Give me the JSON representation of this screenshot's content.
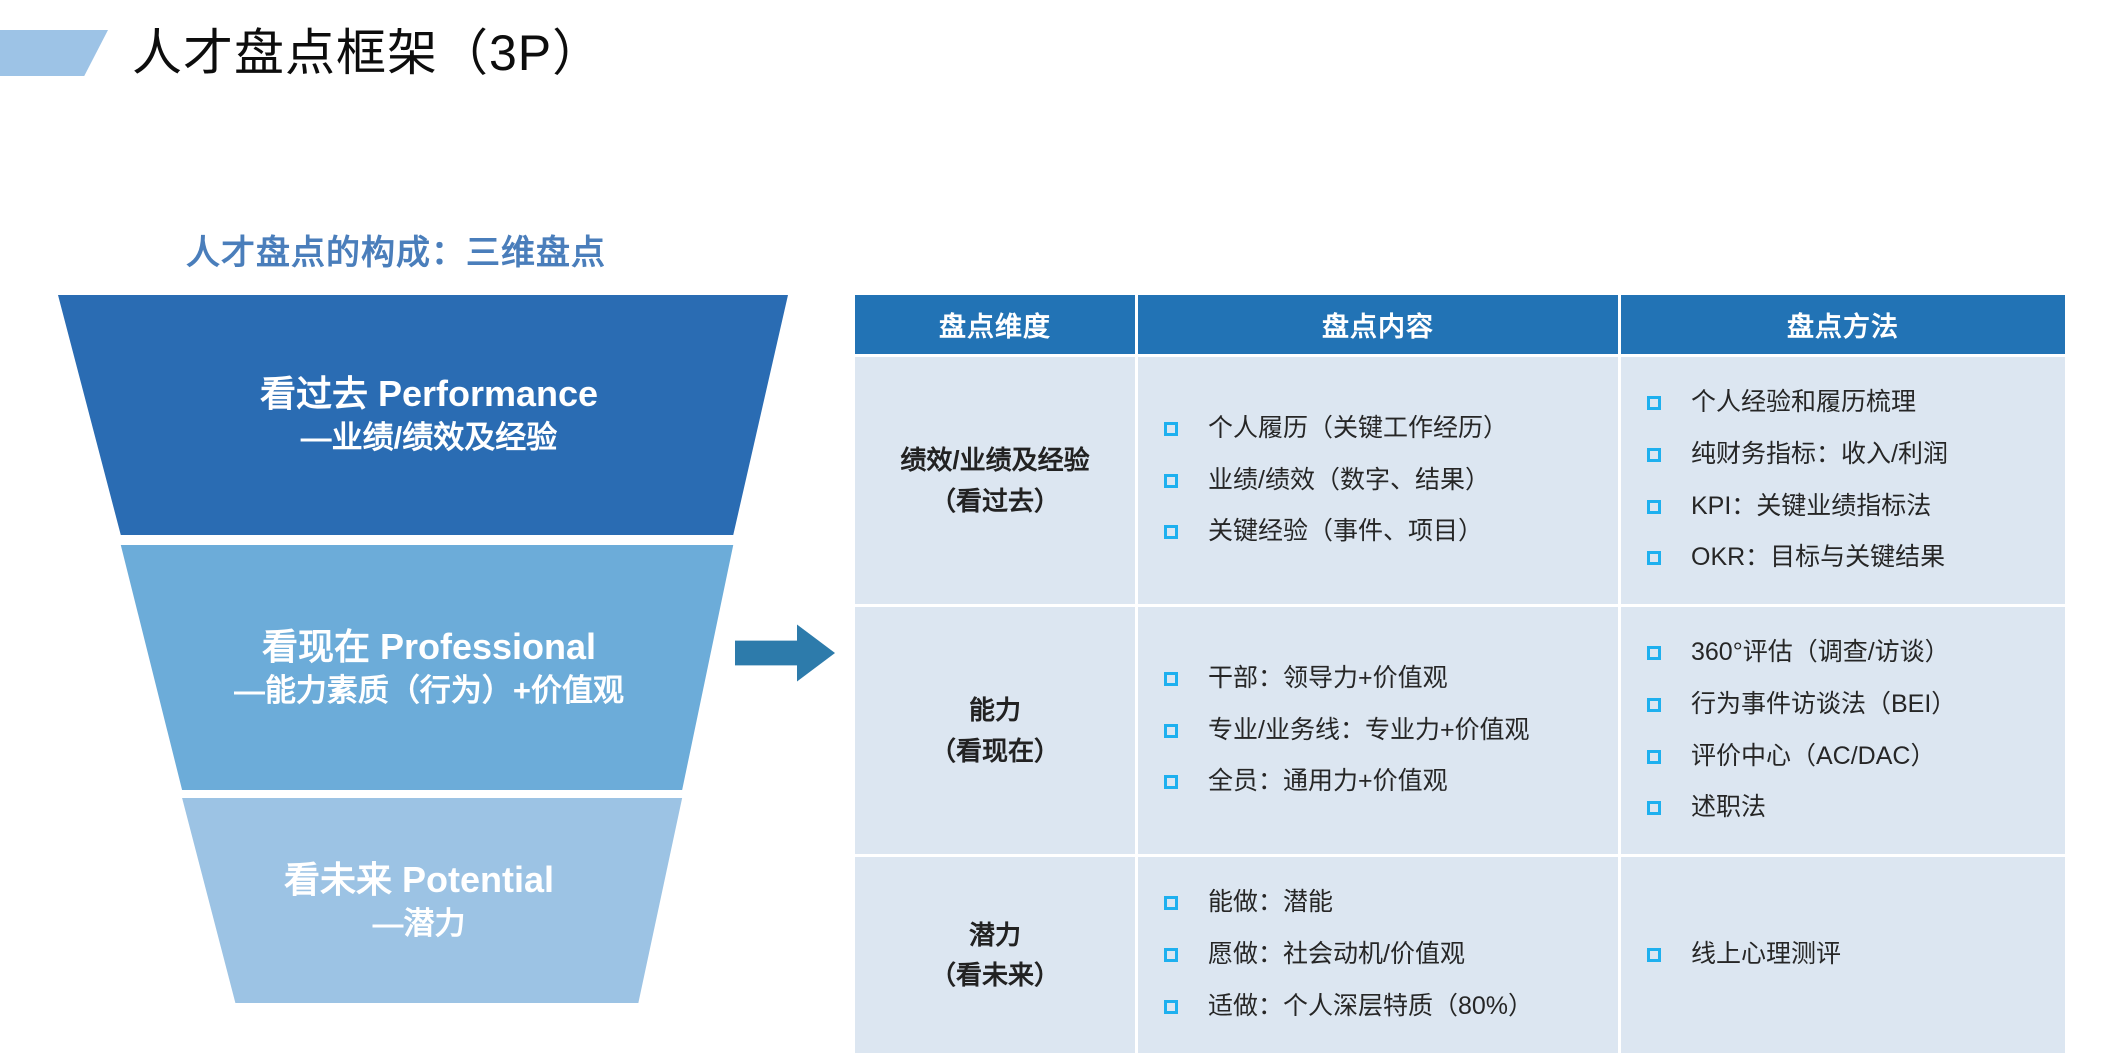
{
  "header": {
    "title": "人才盘点框架（3P）",
    "accent_color": "#9dc3e6"
  },
  "section": {
    "subtitle": "人才盘点的构成：三维盘点",
    "subtitle_color": "#4a7ebb"
  },
  "funnel": {
    "segments": [
      {
        "title": "看过去 Performance",
        "subtitle": "—业绩/绩效及经验",
        "color": "#2a6cb3"
      },
      {
        "title": "看现在 Professional",
        "subtitle": "—能力素质（行为）+价值观",
        "color": "#6cacd9"
      },
      {
        "title": "看未来 Potential",
        "subtitle": "—潜力",
        "color": "#9cc3e4"
      }
    ]
  },
  "arrow": {
    "name": "right-arrow",
    "color": "#2d7bab"
  },
  "table": {
    "header_color": "#2273b5",
    "cell_color": "#dce6f1",
    "bullet_color": "#1eb0ef",
    "columns": [
      "盘点维度",
      "盘点内容",
      "盘点方法"
    ],
    "rows": [
      {
        "dimension_main": "绩效/业绩及经验",
        "dimension_sub": "（看过去）",
        "content": [
          "个人履历（关键工作经历）",
          "业绩/绩效（数字、结果）",
          "关键经验（事件、项目）"
        ],
        "method": [
          "个人经验和履历梳理",
          "纯财务指标：收入/利润",
          "KPI：关键业绩指标法",
          "OKR：目标与关键结果"
        ]
      },
      {
        "dimension_main": "能力",
        "dimension_sub": "（看现在）",
        "content": [
          "干部：领导力+价值观",
          "专业/业务线：专业力+价值观",
          "全员：通用力+价值观"
        ],
        "method": [
          "360°评估（调查/访谈）",
          "行为事件访谈法（BEI）",
          "评价中心（AC/DAC）",
          "述职法"
        ]
      },
      {
        "dimension_main": "潜力",
        "dimension_sub": "（看未来）",
        "content": [
          "能做：潜能",
          "愿做：社会动机/价值观",
          "适做：个人深层特质（80%）"
        ],
        "method": [
          "线上心理测评"
        ]
      }
    ]
  }
}
